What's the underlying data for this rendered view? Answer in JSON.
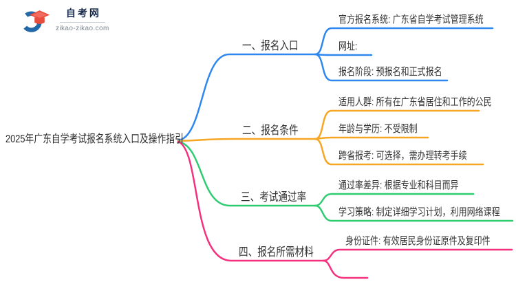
{
  "logo": {
    "site_name": "自考网",
    "site_url": "zikao-zikao.com",
    "icon": "graduation-cap-crescent-logo"
  },
  "colors": {
    "branch1_blue": "#2E87F0",
    "branch2_orange": "#F6A623",
    "branch3_green": "#2ECC71",
    "branch4_pink": "#F5317F",
    "text": "#333333",
    "logo_blue": "#2368A8",
    "logo_red": "#E74C3C"
  },
  "mindmap": {
    "root": {
      "label": "2025年广东自学考试报名系统入口及操作指引"
    },
    "branches": [
      {
        "label": "一、报名入口",
        "color": "#2E87F0",
        "children": [
          "官方报名系统: 广东省自学考试管理系统",
          "网址:",
          "报名阶段: 预报名和正式报名"
        ]
      },
      {
        "label": "二、报名条件",
        "color": "#F6A623",
        "children": [
          "适用人群: 所有在广东省居住和工作的公民",
          "年龄与学历: 不受限制",
          "跨省报考: 可选择，需办理转考手续"
        ]
      },
      {
        "label": "三、考试通过率",
        "color": "#2ECC71",
        "children": [
          "通过率差异: 根据专业和科目而异",
          "学习策略: 制定详细学习计划，利用网络课程"
        ]
      },
      {
        "label": "四、报名所需材料",
        "color": "#F5317F",
        "children": [
          "身份证件: 有效居民身份证原件及复印件",
          ""
        ]
      }
    ]
  }
}
